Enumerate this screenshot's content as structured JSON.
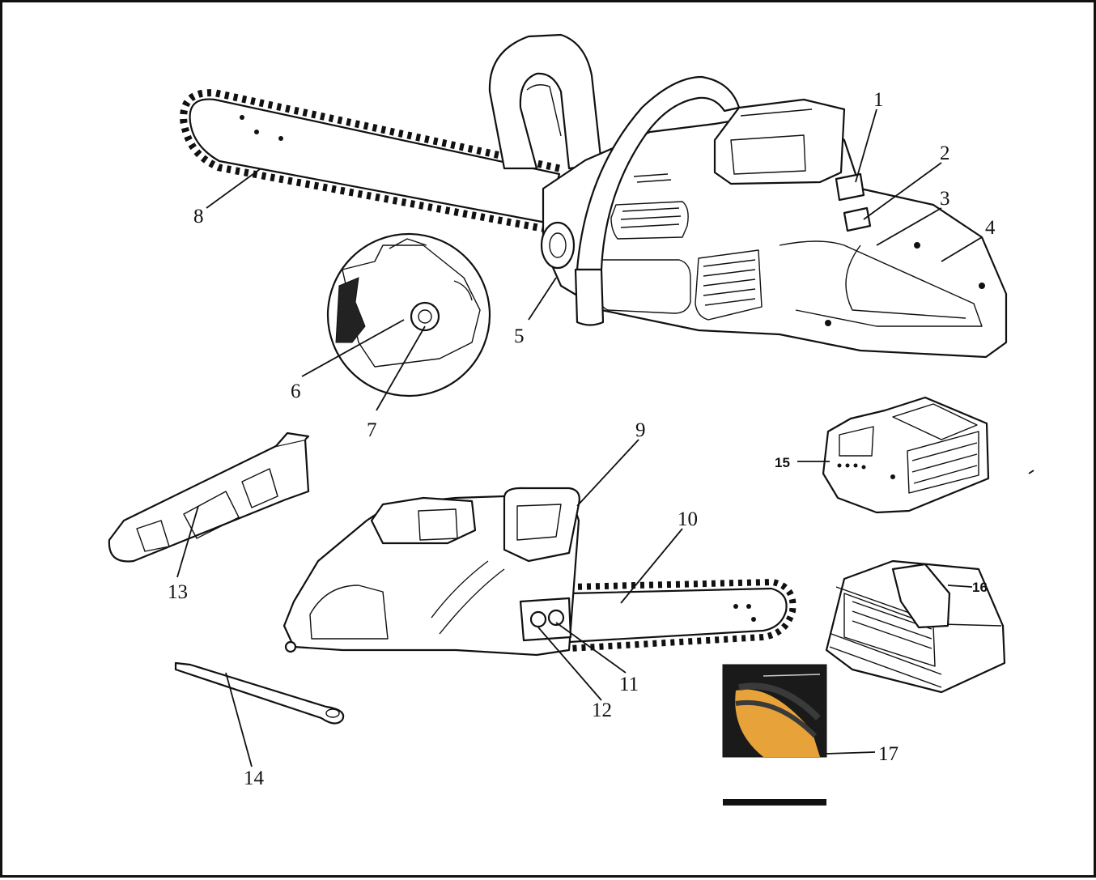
{
  "labels": [
    {
      "id": 1,
      "text": "1"
    },
    {
      "id": 2,
      "text": "2"
    },
    {
      "id": 3,
      "text": "3"
    },
    {
      "id": 4,
      "text": "4"
    },
    {
      "id": 5,
      "text": "5"
    },
    {
      "id": 6,
      "text": "6"
    },
    {
      "id": 7,
      "text": "7"
    },
    {
      "id": 8,
      "text": "8"
    },
    {
      "id": 9,
      "text": "9"
    },
    {
      "id": 10,
      "text": "10"
    },
    {
      "id": 11,
      "text": "11"
    },
    {
      "id": 12,
      "text": "12"
    },
    {
      "id": 13,
      "text": "13"
    },
    {
      "id": 14,
      "text": "14"
    },
    {
      "id": 15,
      "text": "15"
    },
    {
      "id": 16,
      "text": "16"
    },
    {
      "id": 17,
      "text": "17"
    }
  ],
  "colors": {
    "ink": "#111111",
    "background": "#ffffff",
    "manual_orange": "#e8a23a",
    "manual_dark": "#1a1a1a"
  }
}
